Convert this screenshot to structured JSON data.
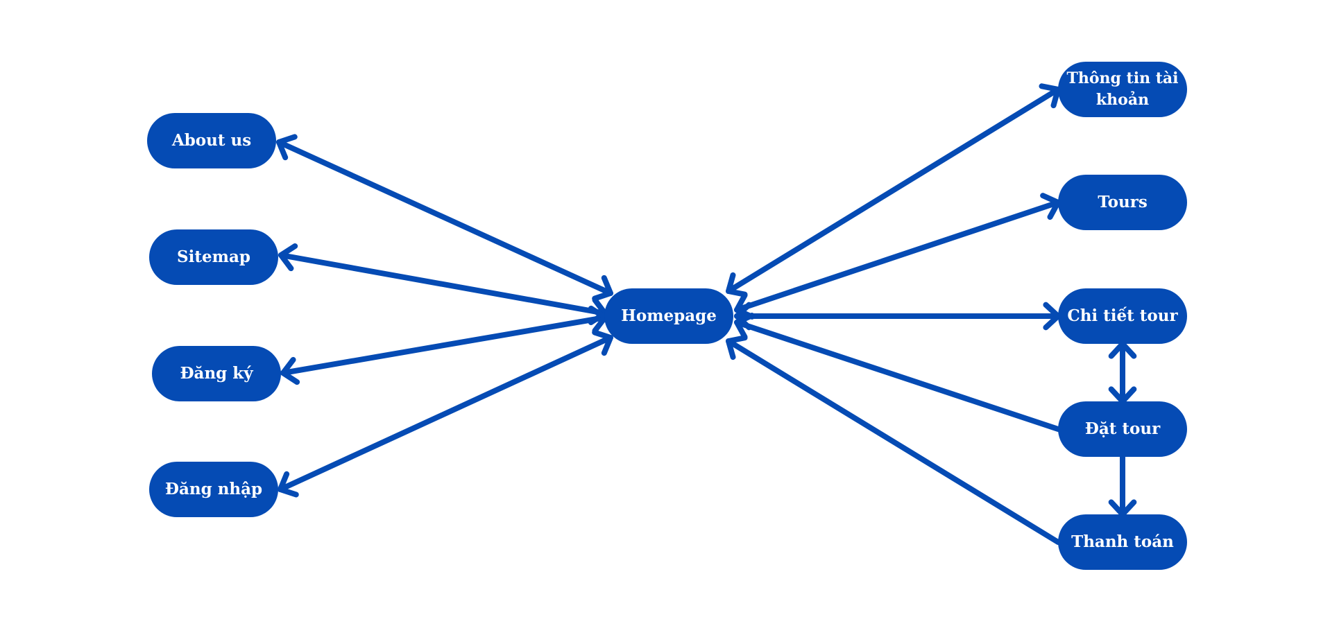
{
  "diagram": {
    "colors": {
      "node_fill": "#054bb4",
      "edge": "#054bb4",
      "label": "#ffffff"
    },
    "nodes": {
      "about": "About us",
      "sitemap": "Sitemap",
      "dangky": "Đăng ký",
      "dangnhap": "Đăng nhập",
      "homepage": "Homepage",
      "thongtin": "Thông tin tài khoản",
      "tours": "Tours",
      "chitiet": "Chi tiết tour",
      "dattour": "Đặt tour",
      "thanhtoan": "Thanh toán"
    },
    "edges": [
      {
        "from": "homepage",
        "to": "about",
        "arrow_from": true,
        "arrow_to": true
      },
      {
        "from": "homepage",
        "to": "sitemap",
        "arrow_from": true,
        "arrow_to": true
      },
      {
        "from": "homepage",
        "to": "dangky",
        "arrow_from": true,
        "arrow_to": true
      },
      {
        "from": "homepage",
        "to": "dangnhap",
        "arrow_from": true,
        "arrow_to": true
      },
      {
        "from": "homepage",
        "to": "thongtin",
        "arrow_from": true,
        "arrow_to": true
      },
      {
        "from": "homepage",
        "to": "tours",
        "arrow_from": true,
        "arrow_to": true
      },
      {
        "from": "homepage",
        "to": "chitiet",
        "arrow_from": true,
        "arrow_to": true
      },
      {
        "from": "dattour",
        "to": "homepage",
        "arrow_from": false,
        "arrow_to": true
      },
      {
        "from": "thanhtoan",
        "to": "homepage",
        "arrow_from": false,
        "arrow_to": true
      },
      {
        "from": "chitiet",
        "to": "dattour",
        "arrow_from": true,
        "arrow_to": true
      },
      {
        "from": "dattour",
        "to": "thanhtoan",
        "arrow_from": false,
        "arrow_to": true
      }
    ]
  }
}
